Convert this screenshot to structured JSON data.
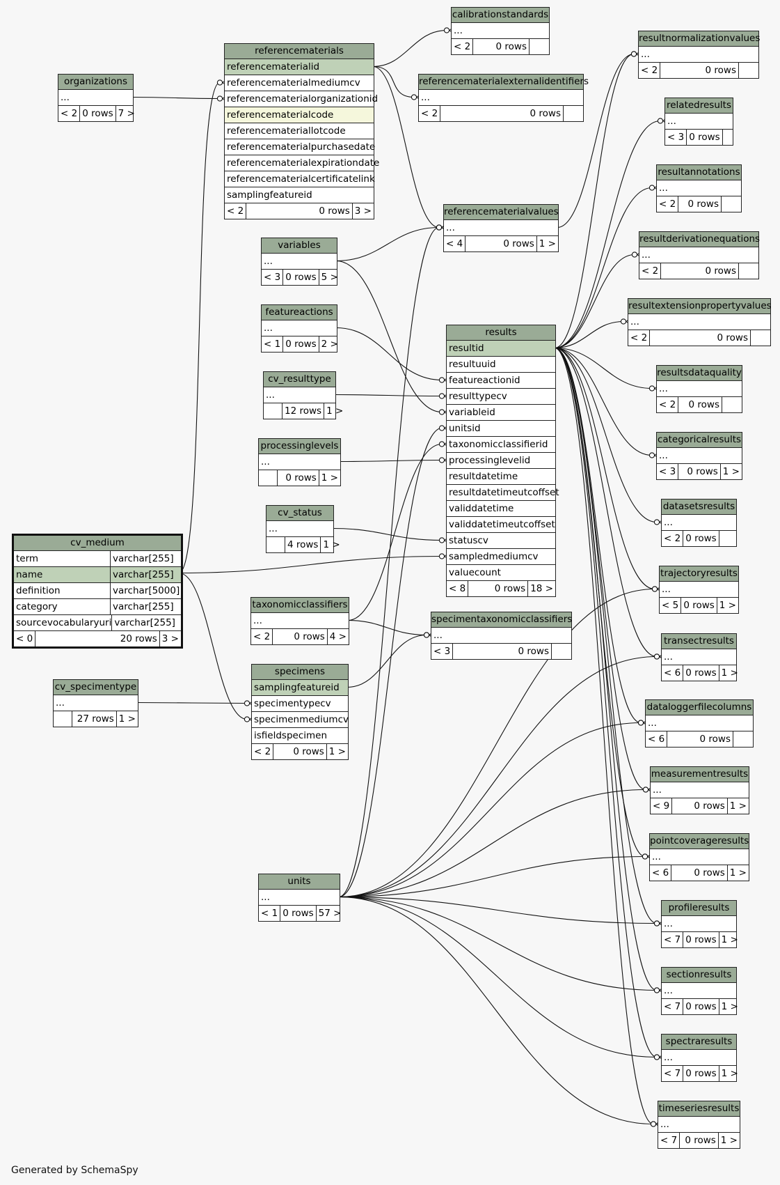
{
  "footer": "Generated by SchemaSpy",
  "tables": {
    "calibrationstandards": {
      "name": "calibrationstandards",
      "columns": [
        {
          "name": "..."
        }
      ],
      "parents": "< 2",
      "rows": "0 rows",
      "children": ""
    },
    "referencematerials": {
      "name": "referencematerials",
      "columns": [
        {
          "name": "referencematerialid",
          "pk": true
        },
        {
          "name": "referencematerialmediumcv"
        },
        {
          "name": "referencematerialorganizationid"
        },
        {
          "name": "referencematerialcode",
          "idx": true
        },
        {
          "name": "referencemateriallotcode"
        },
        {
          "name": "referencematerialpurchasedate"
        },
        {
          "name": "referencematerialexpirationdate"
        },
        {
          "name": "referencematerialcertificatelink"
        },
        {
          "name": "samplingfeatureid"
        }
      ],
      "parents": "< 2",
      "rows": "0 rows",
      "children": "3 >"
    },
    "organizations": {
      "name": "organizations",
      "columns": [
        {
          "name": "..."
        }
      ],
      "parents": "< 2",
      "rows": "0 rows",
      "children": "7 >"
    },
    "referencematerialexternalidentifiers": {
      "name": "referencematerialexternalidentifiers",
      "columns": [
        {
          "name": "..."
        }
      ],
      "parents": "< 2",
      "rows": "0 rows",
      "children": ""
    },
    "resultnormalizationvalues": {
      "name": "resultnormalizationvalues",
      "columns": [
        {
          "name": "..."
        }
      ],
      "parents": "< 2",
      "rows": "0 rows",
      "children": ""
    },
    "relatedresults": {
      "name": "relatedresults",
      "columns": [
        {
          "name": "..."
        }
      ],
      "parents": "< 3",
      "rows": "0 rows",
      "children": ""
    },
    "resultannotations": {
      "name": "resultannotations",
      "columns": [
        {
          "name": "..."
        }
      ],
      "parents": "< 2",
      "rows": "0 rows",
      "children": ""
    },
    "referencematerialvalues": {
      "name": "referencematerialvalues",
      "columns": [
        {
          "name": "..."
        }
      ],
      "parents": "< 4",
      "rows": "0 rows",
      "children": "1 >"
    },
    "variables": {
      "name": "variables",
      "columns": [
        {
          "name": "..."
        }
      ],
      "parents": "< 3",
      "rows": "0 rows",
      "children": "5 >"
    },
    "resultderivationequations": {
      "name": "resultderivationequations",
      "columns": [
        {
          "name": "..."
        }
      ],
      "parents": "< 2",
      "rows": "0 rows",
      "children": ""
    },
    "resultextensionpropertyvalues": {
      "name": "resultextensionpropertyvalues",
      "columns": [
        {
          "name": "..."
        }
      ],
      "parents": "< 2",
      "rows": "0 rows",
      "children": ""
    },
    "featureactions": {
      "name": "featureactions",
      "columns": [
        {
          "name": "..."
        }
      ],
      "parents": "< 1",
      "rows": "0 rows",
      "children": "2 >"
    },
    "results": {
      "name": "results",
      "columns": [
        {
          "name": "resultid",
          "pk": true
        },
        {
          "name": "resultuuid"
        },
        {
          "name": "featureactionid"
        },
        {
          "name": "resulttypecv"
        },
        {
          "name": "variableid"
        },
        {
          "name": "unitsid"
        },
        {
          "name": "taxonomicclassifierid"
        },
        {
          "name": "processinglevelid"
        },
        {
          "name": "resultdatetime"
        },
        {
          "name": "resultdatetimeutcoffset"
        },
        {
          "name": "validdatetime"
        },
        {
          "name": "validdatetimeutcoffset"
        },
        {
          "name": "statuscv"
        },
        {
          "name": "sampledmediumcv"
        },
        {
          "name": "valuecount"
        }
      ],
      "parents": "< 8",
      "rows": "0 rows",
      "children": "18 >"
    },
    "resultsdataquality": {
      "name": "resultsdataquality",
      "columns": [
        {
          "name": "..."
        }
      ],
      "parents": "< 2",
      "rows": "0 rows",
      "children": ""
    },
    "cv_resulttype": {
      "name": "cv_resulttype",
      "columns": [
        {
          "name": "..."
        }
      ],
      "parents": "",
      "rows": "12 rows",
      "children": "1 >"
    },
    "processinglevels": {
      "name": "processinglevels",
      "columns": [
        {
          "name": "..."
        }
      ],
      "parents": "",
      "rows": "0 rows",
      "children": "1 >"
    },
    "categoricalresults": {
      "name": "categoricalresults",
      "columns": [
        {
          "name": "..."
        }
      ],
      "parents": "< 3",
      "rows": "0 rows",
      "children": "1 >"
    },
    "datasetsresults": {
      "name": "datasetsresults",
      "columns": [
        {
          "name": "..."
        }
      ],
      "parents": "< 2",
      "rows": "0 rows",
      "children": ""
    },
    "cv_status": {
      "name": "cv_status",
      "columns": [
        {
          "name": "..."
        }
      ],
      "parents": "",
      "rows": "4 rows",
      "children": "1 >"
    },
    "cv_medium": {
      "name": "cv_medium",
      "columns": [
        {
          "name": "term",
          "type": "varchar[255]"
        },
        {
          "name": "name",
          "type": "varchar[255]",
          "pk": true
        },
        {
          "name": "definition",
          "type": "varchar[5000]"
        },
        {
          "name": "category",
          "type": "varchar[255]"
        },
        {
          "name": "sourcevocabularyuri",
          "type": "varchar[255]"
        }
      ],
      "parents": "< 0",
      "rows": "20 rows",
      "children": "3 >"
    },
    "trajectoryresults": {
      "name": "trajectoryresults",
      "columns": [
        {
          "name": "..."
        }
      ],
      "parents": "< 5",
      "rows": "0 rows",
      "children": "1 >"
    },
    "taxonomicclassifiers": {
      "name": "taxonomicclassifiers",
      "columns": [
        {
          "name": "..."
        }
      ],
      "parents": "< 2",
      "rows": "0 rows",
      "children": "4 >"
    },
    "specimentaxonomicclassifiers": {
      "name": "specimentaxonomicclassifiers",
      "columns": [
        {
          "name": "..."
        }
      ],
      "parents": "< 3",
      "rows": "0 rows",
      "children": ""
    },
    "transectresults": {
      "name": "transectresults",
      "columns": [
        {
          "name": "..."
        }
      ],
      "parents": "< 6",
      "rows": "0 rows",
      "children": "1 >"
    },
    "specimens": {
      "name": "specimens",
      "columns": [
        {
          "name": "samplingfeatureid",
          "pk": true
        },
        {
          "name": "specimentypecv"
        },
        {
          "name": "specimenmediumcv"
        },
        {
          "name": "isfieldspecimen"
        }
      ],
      "parents": "< 2",
      "rows": "0 rows",
      "children": "1 >"
    },
    "cv_specimentype": {
      "name": "cv_specimentype",
      "columns": [
        {
          "name": "..."
        }
      ],
      "parents": "",
      "rows": "27 rows",
      "children": "1 >"
    },
    "dataloggerfilecolumns": {
      "name": "dataloggerfilecolumns",
      "columns": [
        {
          "name": "..."
        }
      ],
      "parents": "< 6",
      "rows": "0 rows",
      "children": ""
    },
    "measurementresults": {
      "name": "measurementresults",
      "columns": [
        {
          "name": "..."
        }
      ],
      "parents": "< 9",
      "rows": "0 rows",
      "children": "1 >"
    },
    "pointcoverageresults": {
      "name": "pointcoverageresults",
      "columns": [
        {
          "name": "..."
        }
      ],
      "parents": "< 6",
      "rows": "0 rows",
      "children": "1 >"
    },
    "units": {
      "name": "units",
      "columns": [
        {
          "name": "..."
        }
      ],
      "parents": "< 1",
      "rows": "0 rows",
      "children": "57 >"
    },
    "profileresults": {
      "name": "profileresults",
      "columns": [
        {
          "name": "..."
        }
      ],
      "parents": "< 7",
      "rows": "0 rows",
      "children": "1 >"
    },
    "sectionresults": {
      "name": "sectionresults",
      "columns": [
        {
          "name": "..."
        }
      ],
      "parents": "< 7",
      "rows": "0 rows",
      "children": "1 >"
    },
    "spectraresults": {
      "name": "spectraresults",
      "columns": [
        {
          "name": "..."
        }
      ],
      "parents": "< 7",
      "rows": "0 rows",
      "children": "1 >"
    },
    "timeseriesresults": {
      "name": "timeseriesresults",
      "columns": [
        {
          "name": "..."
        }
      ],
      "parents": "< 7",
      "rows": "0 rows",
      "children": "1 >"
    }
  }
}
